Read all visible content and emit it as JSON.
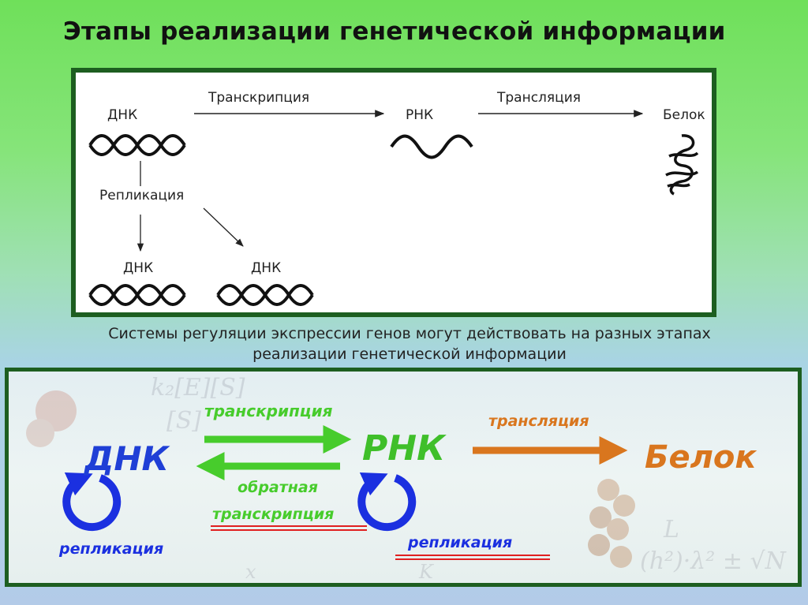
{
  "title": "Этапы реализации генетической информации",
  "top_diagram": {
    "dna_main": "ДНК",
    "transcription": "Транскрипция",
    "rna": "РНК",
    "translation": "Трансляция",
    "protein": "Белок",
    "replication": "Репликация",
    "dna_copy_left": "ДНК",
    "dna_copy_right": "ДНК"
  },
  "subtitle_line1": "Системы регуляции экспрессии генов могут действовать на разных этапах",
  "subtitle_line2": "реализации генетической информации",
  "bottom_diagram": {
    "dna": "ДНК",
    "rna": "РНК",
    "protein": "Белок",
    "transcription": "транскрипция",
    "reverse_line1": "обратная",
    "reverse_line2": "транскрипция",
    "translation": "трансляция",
    "replication_dna": "репликация",
    "replication_rna": "репликация",
    "colors": {
      "dna_text": "#1f3fd6",
      "rna_text": "#3fbf2a",
      "protein_text": "#d9761e",
      "green_arrow": "#47cc2c",
      "orange_arrow": "#d9761e",
      "blue_cycle": "#1b30e0",
      "red_underline": "#e02020"
    }
  }
}
